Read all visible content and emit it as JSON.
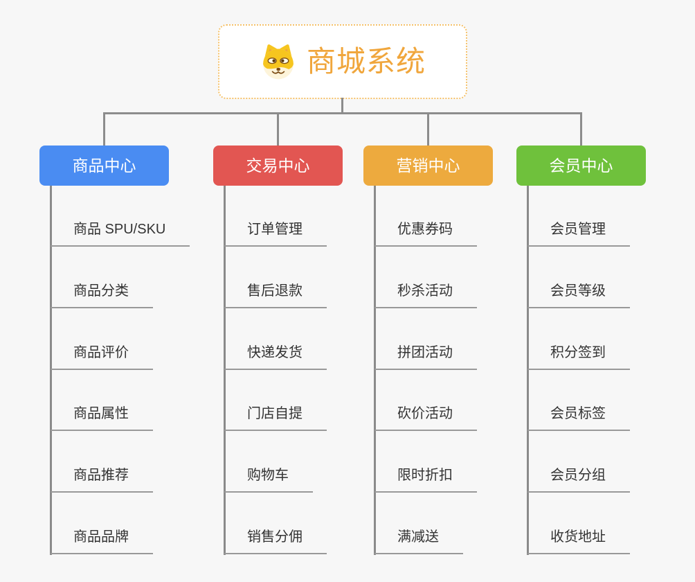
{
  "root": {
    "title": "商城系统",
    "icon": "dog-face-icon"
  },
  "branches": [
    {
      "label": "商品中心",
      "color": "#4a8cf2",
      "items": [
        "商品 SPU/SKU",
        "商品分类",
        "商品评价",
        "商品属性",
        "商品推荐",
        "商品品牌"
      ]
    },
    {
      "label": "交易中心",
      "color": "#e25652",
      "items": [
        "订单管理",
        "售后退款",
        "快递发货",
        "门店自提",
        "购物车",
        "销售分佣"
      ]
    },
    {
      "label": "营销中心",
      "color": "#edaa3e",
      "items": [
        "优惠券码",
        "秒杀活动",
        "拼团活动",
        "砍价活动",
        "限时折扣",
        "满减送"
      ]
    },
    {
      "label": "会员中心",
      "color": "#6fc13c",
      "items": [
        "会员管理",
        "会员等级",
        "积分签到",
        "会员标签",
        "会员分组",
        "收货地址"
      ]
    }
  ],
  "colors": {
    "background": "#f7f7f7",
    "root_text": "#f0a63c",
    "root_border": "#f5c169",
    "connector": "#8c8c8c",
    "underline": "#999999",
    "item_text": "#333333"
  }
}
